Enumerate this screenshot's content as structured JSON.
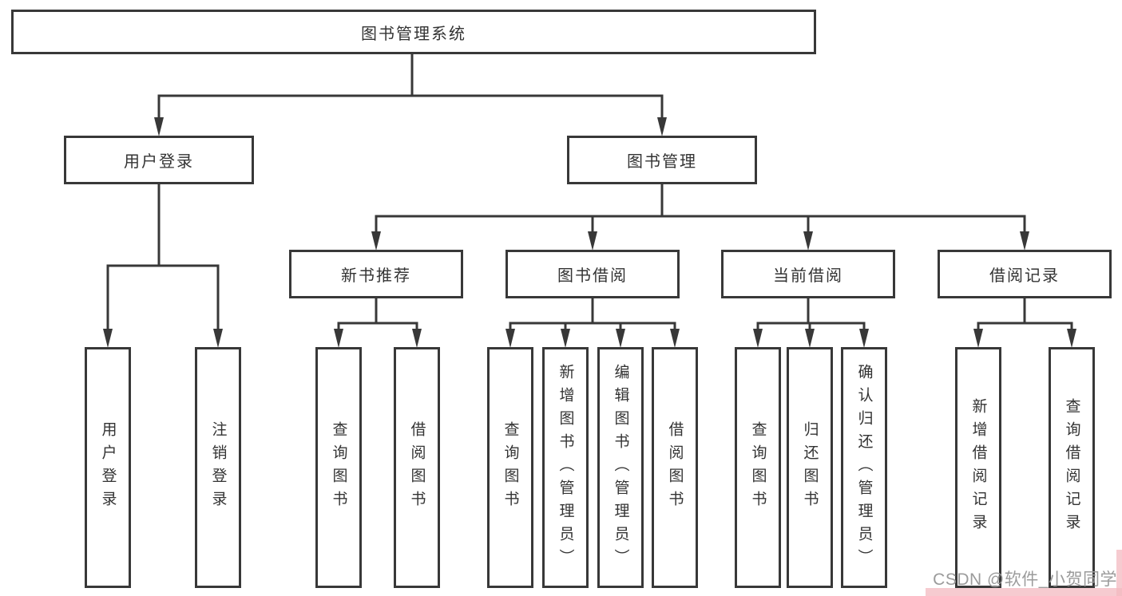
{
  "diagram": {
    "root": "图书管理系统",
    "level2": {
      "user": "用户登录",
      "book": "图书管理"
    },
    "level3": {
      "newbook": "新书推荐",
      "borrow": "图书借阅",
      "current": "当前借阅",
      "record": "借阅记录"
    },
    "leaves": {
      "user_login": "用户登录",
      "user_logout": "注销登录",
      "newbook_query": "查询图书",
      "newbook_borrow": "借阅图书",
      "borrow_query": "查询图书",
      "borrow_add": "新增图书（管理员）",
      "borrow_edit": "编辑图书（管理员）",
      "borrow_do": "借阅图书",
      "current_query": "查询图书",
      "current_return": "归还图书",
      "current_confirm": "确认归还（管理员）",
      "record_add": "新增借阅记录",
      "record_query": "查询借阅记录"
    }
  },
  "watermark": {
    "text": "CSDN @软件_小贺同学",
    "text_color": "#9b9b9b",
    "accent_color": "#f3b9c0"
  },
  "colors": {
    "line": "#383838",
    "box_border": "#383838",
    "box_background": "#ffffff",
    "text": "#333333",
    "page_background": "#ffffff"
  }
}
